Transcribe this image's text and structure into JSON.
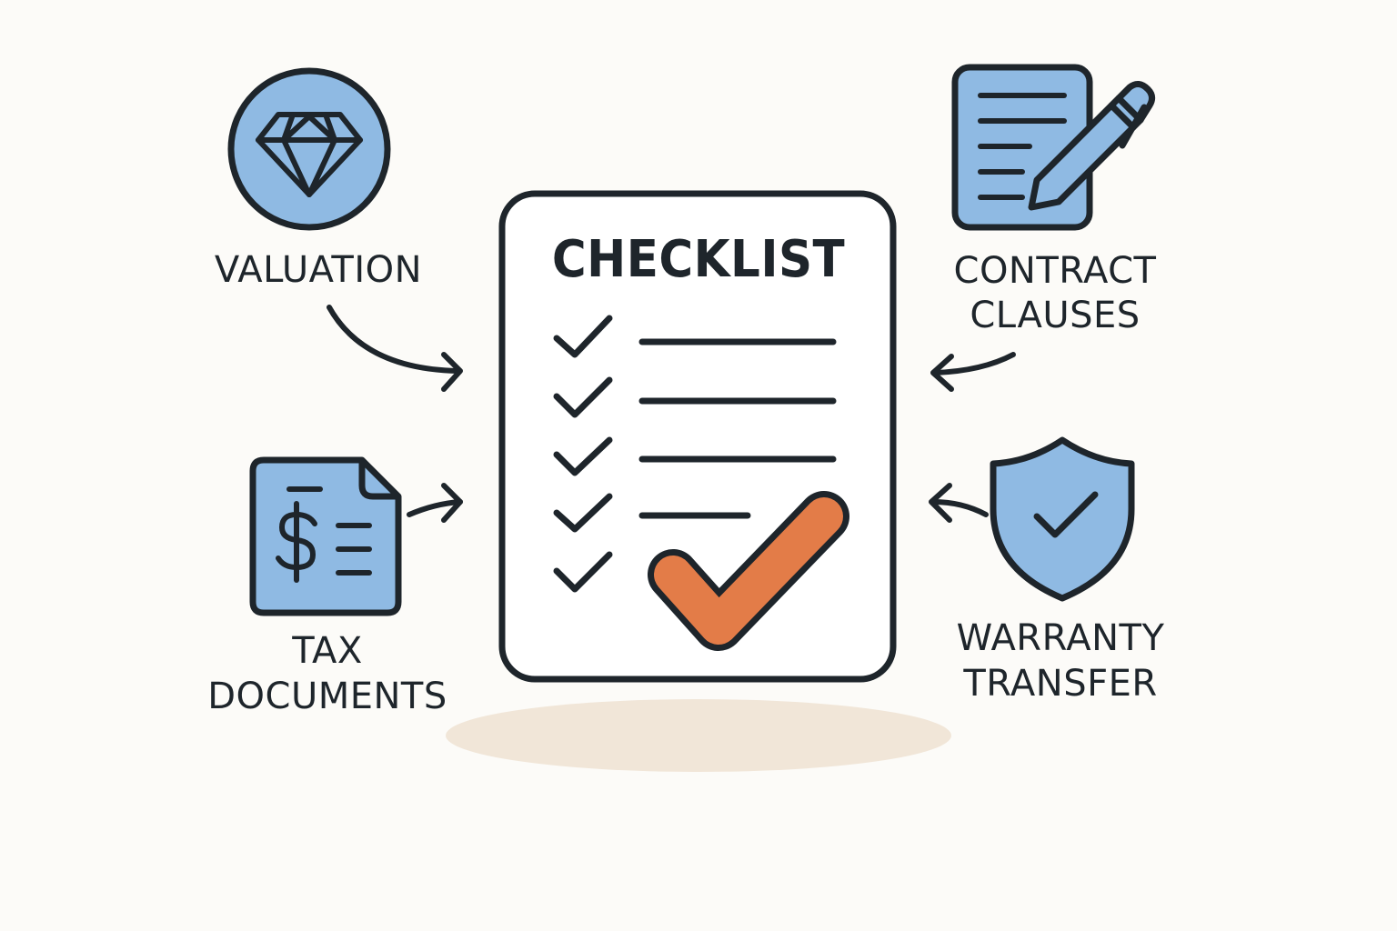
{
  "checklist": {
    "title": "CHECKLIST",
    "item_count": 5,
    "line_count": 4
  },
  "items": {
    "valuation": {
      "label": "VALUATION",
      "icon": "diamond-icon"
    },
    "contract": {
      "label_line1": "CONTRACT",
      "label_line2": "CLAUSES",
      "icon": "contract-pen-icon"
    },
    "tax": {
      "label_line1": "TAX",
      "label_line2": "DOCUMENTS",
      "icon": "tax-document-icon"
    },
    "warranty": {
      "label_line1": "WARRANTY",
      "label_line2": "TRANSFER",
      "icon": "shield-check-icon"
    }
  },
  "colors": {
    "background": "#fcfbf8",
    "ink": "#1e252b",
    "icon_fill": "#8fbae3",
    "accent": "#e37c48",
    "shadow": "#f1e6d8"
  }
}
